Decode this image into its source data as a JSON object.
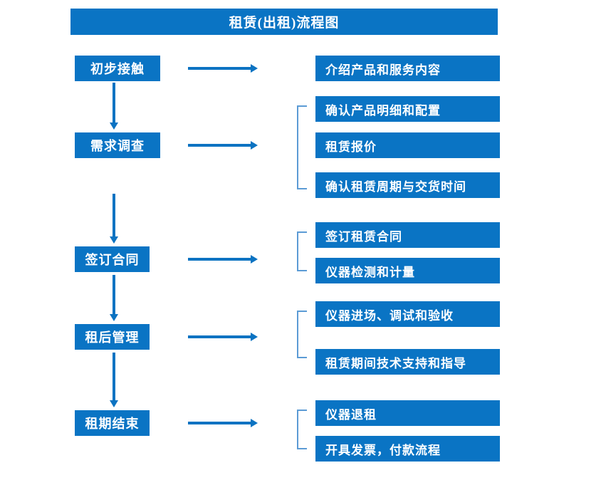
{
  "diagram": {
    "title": "租赁(出租)流程图",
    "accent_color": "#0A74C4",
    "bracket_color": "#5B9BD5",
    "arrow_color": "#0C73C2",
    "text_color": "#FFFFFF"
  },
  "stages": [
    {
      "label": "初步接触"
    },
    {
      "label": "需求调查"
    },
    {
      "label": "签订合同"
    },
    {
      "label": "租后管理"
    },
    {
      "label": "租期结束"
    }
  ],
  "details": [
    {
      "label": "介绍产品和服务内容"
    },
    {
      "label": "确认产品明细和配置"
    },
    {
      "label": "租赁报价"
    },
    {
      "label": "确认租赁周期与交货时间"
    },
    {
      "label": "签订租赁合同"
    },
    {
      "label": "仪器检测和计量"
    },
    {
      "label": "仪器进场、调试和验收"
    },
    {
      "label": "租赁期间技术支持和指导"
    },
    {
      "label": "仪器退租"
    },
    {
      "label": "开具发票，付款流程"
    }
  ],
  "groups": [
    {
      "stage": "初步接触",
      "details": [
        "介绍产品和服务内容"
      ]
    },
    {
      "stage": "需求调查",
      "details": [
        "确认产品明细和配置",
        "租赁报价",
        "确认租赁周期与交货时间"
      ]
    },
    {
      "stage": "签订合同",
      "details": [
        "签订租赁合同",
        "仪器检测和计量"
      ]
    },
    {
      "stage": "租后管理",
      "details": [
        "仪器进场、调试和验收",
        "租赁期间技术支持和指导"
      ]
    },
    {
      "stage": "租期结束",
      "details": [
        "仪器退租",
        "开具发票，付款流程"
      ]
    }
  ],
  "connectors": {
    "flow_arrow_name": "arrow-right",
    "sequence_arrow_name": "arrow-down",
    "group_bracket_name": "bracket"
  }
}
